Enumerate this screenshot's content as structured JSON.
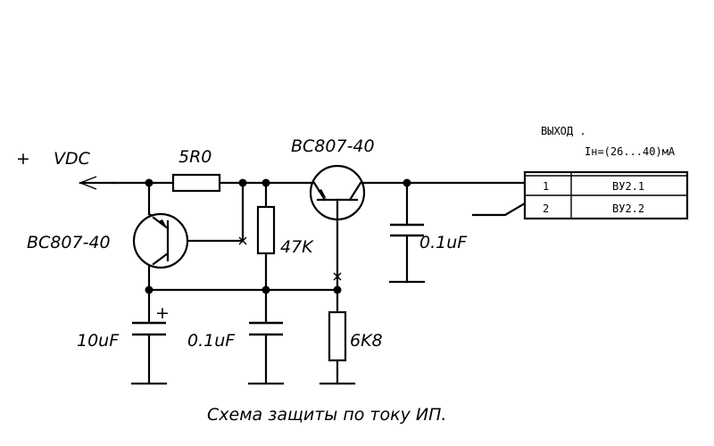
{
  "labels": {
    "supply_plus": "+",
    "supply_name": "VDC",
    "r_series": "5R0",
    "q_top": "BC807-40",
    "q_left": "BC807-40",
    "r_bias": "47K",
    "c_out": "0.1uF",
    "c_bulk": "10uF",
    "c_bulk_polarity": "+",
    "c_mid": "0.1uF",
    "r_bottom": "6K8",
    "output_title": "ВЫХОД .",
    "output_current": "Iн=(26...40)мА"
  },
  "connector": {
    "rows": [
      {
        "pin": "1",
        "name": "ВУ2.1"
      },
      {
        "pin": "2",
        "name": "ВУ2.2"
      }
    ]
  },
  "caption": "Схема защиты по току ИП."
}
